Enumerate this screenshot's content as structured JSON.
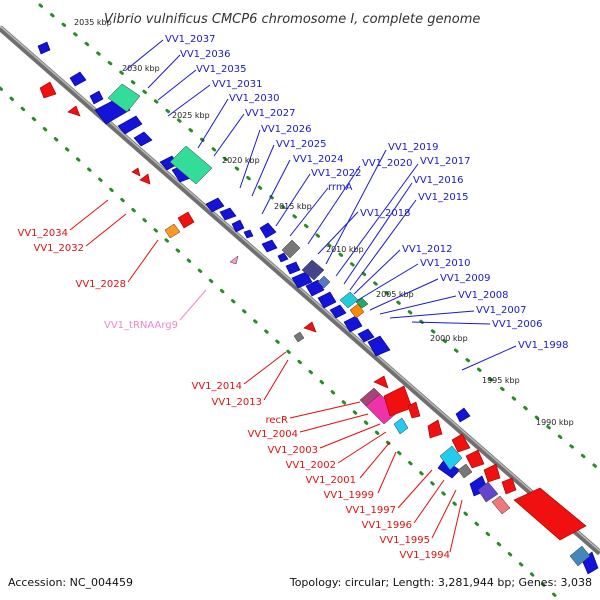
{
  "title": "Vibrio vulnificus CMCP6 chromosome I, complete genome",
  "footer": {
    "accession": "Accession: NC_004459",
    "topology": "Topology: circular; Length: 3,281,944 bp; Genes: 3,038"
  },
  "colors": {
    "plus_label": "#1a1acc",
    "minus_label": "#e01010",
    "rna_label": "#ee88cc"
  },
  "ticks": [
    "2035 kbp",
    "2030 kbp",
    "2025 kbp",
    "2020 kbp",
    "2015 kbp",
    "2010 kbp",
    "2005 kbp",
    "2000 kbp",
    "1995 kbp",
    "1990 kbp"
  ],
  "plus_labels": [
    "VV1_2037",
    "VV1_2036",
    "VV1_2035",
    "VV1_2031",
    "VV1_2030",
    "VV1_2027",
    "VV1_2026",
    "VV1_2025",
    "VV1_2024",
    "VV1_2022",
    "rrmA",
    "VV1_2019",
    "VV1_2020",
    "VV1_2017",
    "VV1_2016",
    "VV1_2015",
    "VV1_2018",
    "VV1_2012",
    "VV1_2010",
    "VV1_2009",
    "VV1_2008",
    "VV1_2007",
    "VV1_2006",
    "VV1_1998"
  ],
  "minus_labels": [
    "VV1_2034",
    "VV1_2032",
    "VV1_2028",
    "VV1_2014",
    "VV1_2013",
    "recR",
    "VV1_2004",
    "VV1_2003",
    "VV1_2002",
    "VV1_2001",
    "VV1_1999",
    "VV1_1997",
    "VV1_1996",
    "VV1_1995",
    "VV1_1994"
  ],
  "rna_labels": [
    "VV1_tRNAArg9"
  ]
}
